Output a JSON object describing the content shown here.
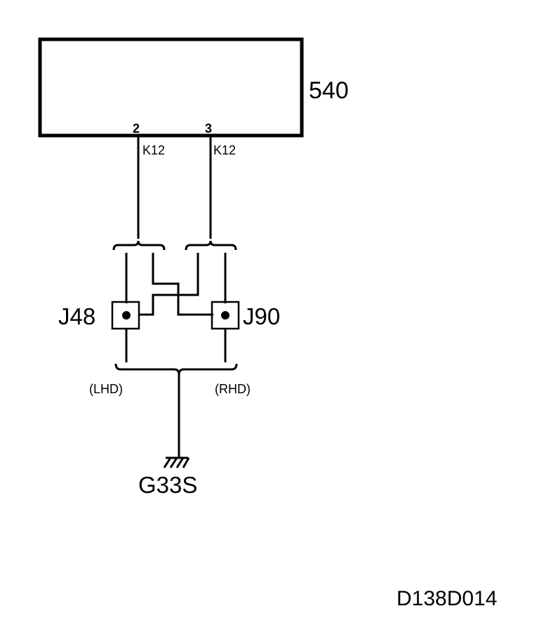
{
  "component": {
    "id": "540",
    "pins": [
      {
        "number": "2",
        "wire": "K12"
      },
      {
        "number": "3",
        "wire": "K12"
      }
    ]
  },
  "connectors": {
    "left": {
      "id": "J48",
      "variant": "(LHD)"
    },
    "right": {
      "id": "J90",
      "variant": "(RHD)"
    }
  },
  "ground": {
    "id": "G33S"
  },
  "diagram_code": "D138D014",
  "colors": {
    "line": "#000000",
    "background": "#ffffff"
  }
}
